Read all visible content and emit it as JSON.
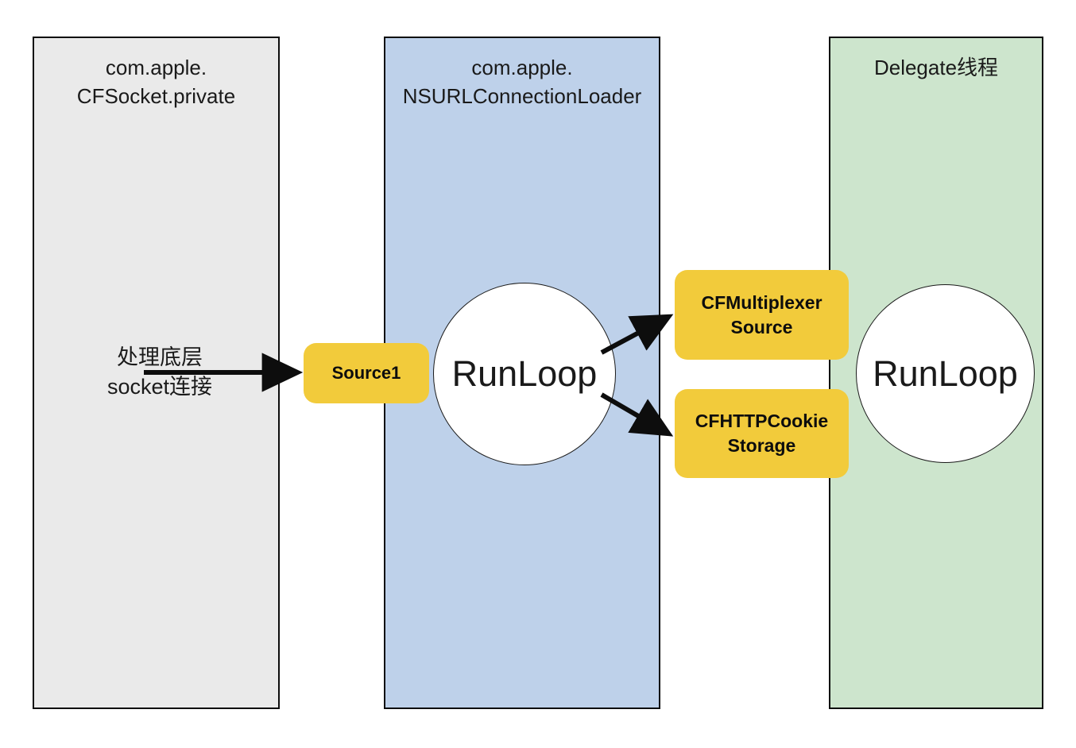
{
  "diagram": {
    "title_visible": false,
    "background": "#ffffff",
    "lanes": [
      {
        "id": "socket",
        "label": "com.apple.\nCFSocket.private",
        "color": "#eaeaea"
      },
      {
        "id": "loader",
        "label": "com.apple.\nNSURLConnectionLoader",
        "color": "#bed1ea"
      },
      {
        "id": "delegate",
        "label": "Delegate线程",
        "color": "#cde5cd"
      }
    ],
    "notes": [
      {
        "id": "socket-handling",
        "text": "处理底层\nsocket连接"
      }
    ],
    "nodes": [
      {
        "id": "source1",
        "label": "Source1",
        "shape": "rounded-rect",
        "color": "#f2cb3b"
      },
      {
        "id": "runloop-loader",
        "label": "RunLoop",
        "shape": "circle",
        "color": "#ffffff"
      },
      {
        "id": "cfmultiplexer",
        "label": "CFMultiplexer\nSource",
        "shape": "rounded-rect",
        "color": "#f2cb3b"
      },
      {
        "id": "cfhttpcookie",
        "label": "CFHTTPCookie\nStorage",
        "shape": "rounded-rect",
        "color": "#f2cb3b"
      },
      {
        "id": "runloop-delegate",
        "label": "RunLoop",
        "shape": "circle",
        "color": "#ffffff"
      }
    ],
    "edges": [
      {
        "id": "note-to-source1",
        "from": "socket-handling",
        "to": "source1",
        "style": "solid-arrow",
        "label": ""
      },
      {
        "id": "runloop-to-multiplexer",
        "from": "runloop-loader",
        "to": "cfmultiplexer",
        "style": "solid-arrow",
        "label": ""
      },
      {
        "id": "runloop-to-cookie",
        "from": "runloop-loader",
        "to": "cfhttpcookie",
        "style": "solid-arrow",
        "label": ""
      }
    ],
    "colors": {
      "stroke": "#0d0d0d",
      "text": "#1a1a1a",
      "accent_yellow": "#f2cb3b",
      "lane_gray": "#eaeaea",
      "lane_blue": "#bed1ea",
      "lane_green": "#cde5cd"
    }
  }
}
